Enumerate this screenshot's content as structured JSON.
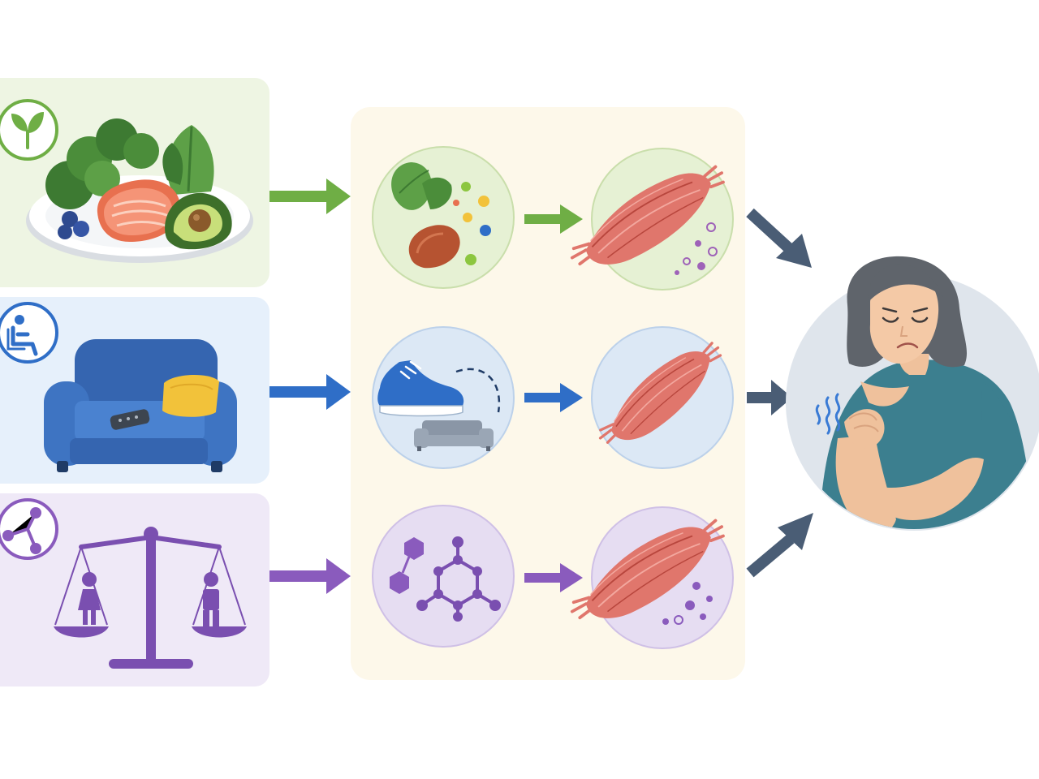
{
  "diagram": {
    "rows": [
      {
        "factor_icon": "sprout-icon",
        "factor_illustration": "healthy-food-plate",
        "mechanism_icon": "nutrients-icon",
        "outcome_icon": "muscle-fibers-with-particles-icon"
      },
      {
        "factor_icon": "seated-person-icon",
        "factor_illustration": "sofa-with-remote",
        "mechanism_icon": "shoe-to-sofa-icon",
        "outcome_icon": "muscle-icon"
      },
      {
        "factor_icon": "molecule-network-icon",
        "factor_illustration": "gender-balance-scale",
        "mechanism_icon": "molecule-structure-icon",
        "outcome_icon": "muscle-fibers-with-particles-icon"
      }
    ],
    "result_icon": "woman-holding-arm-in-pain",
    "colors": {
      "nutrition": "#6fae45",
      "nutrition_bg": "#eef5e3",
      "activity": "#2f6ec7",
      "activity_bg": "#e6f0fb",
      "hormone": "#8a5bbd",
      "hormone_bg": "#efe9f7",
      "mechanism_panel": "#fdf8ea",
      "dark_arrow": "#4a5d75",
      "muscle": "#e0766c"
    }
  }
}
